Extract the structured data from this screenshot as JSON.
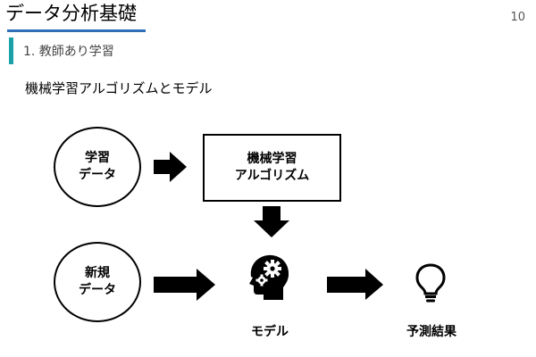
{
  "header": {
    "title": "データ分析基礎",
    "page_number": "10",
    "section": "1. 教師あり学習",
    "subheading": "機械学習アルゴリズムとモデル"
  },
  "diagram": {
    "training_data": {
      "line1": "学習",
      "line2": "データ"
    },
    "algorithm": {
      "line1": "機械学習",
      "line2": "アルゴリズム"
    },
    "new_data": {
      "line1": "新規",
      "line2": "データ"
    },
    "model_label": "モデル",
    "result_label": "予測結果"
  },
  "colors": {
    "title_rule": "#2f6fb8",
    "section_bar": "#1aa0a8"
  },
  "icons": {
    "model": "head-gears-icon",
    "result": "lightbulb-icon"
  }
}
